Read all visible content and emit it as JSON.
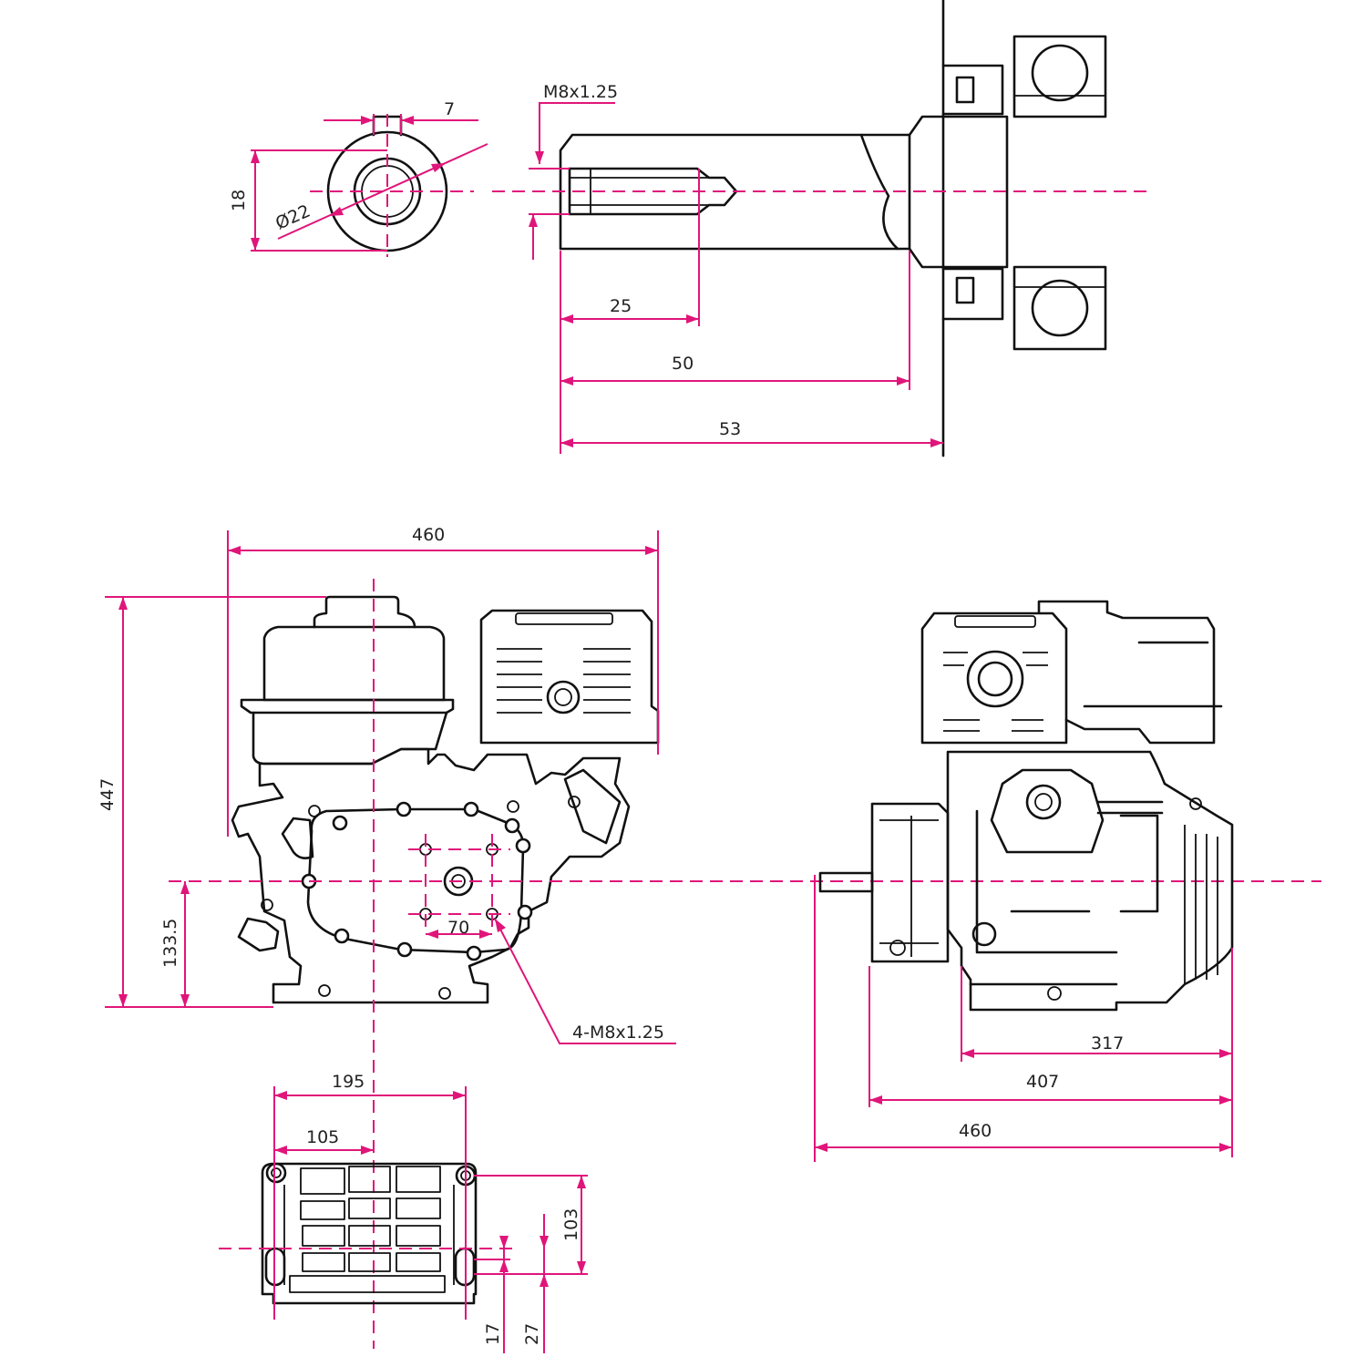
{
  "colors": {
    "line": "#111111",
    "dimension": "#e0157a",
    "background": "#ffffff"
  },
  "shaft_section": {
    "dims": {
      "key_width": "7",
      "height": "18",
      "diameter": "Ø22",
      "thread": "M8x1.25",
      "thread_depth": "25",
      "shaft_length": "50",
      "overall": "53"
    }
  },
  "side_view": {
    "dims": {
      "width": "460",
      "height": "447",
      "shaft_height": "133.5",
      "bolt_spacing": "70",
      "bolt_thread": "4-M8x1.25"
    }
  },
  "front_view": {
    "dims": {
      "d317": "317",
      "d407": "407",
      "d460": "460"
    }
  },
  "base_view": {
    "dims": {
      "d195": "195",
      "d105": "105",
      "d103": "103",
      "d17": "17",
      "d27": "27"
    }
  }
}
